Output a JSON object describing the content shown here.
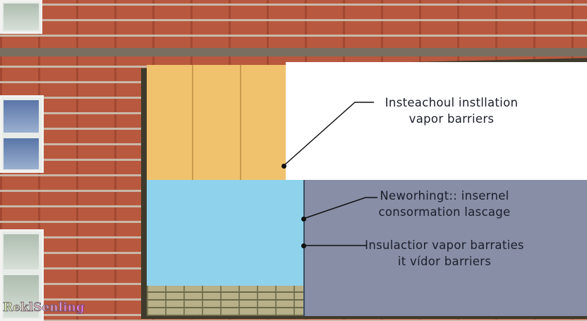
{
  "labels": [
    {
      "line1": "Insteachoul instllation",
      "line2": "vapor barriers"
    },
    {
      "line1": "Neworhingt:: insernel",
      "line2": "consormation lascage"
    },
    {
      "line1": "Insulactior vapor barraties",
      "line2": "it vídor barriers"
    }
  ],
  "watermark": "ReklSenling",
  "colors": {
    "brick": "#b8593f",
    "insulation_yellow": "#f0c26e",
    "insulation_blue": "#8fd2ec",
    "panel_gray": "#878ea6"
  }
}
